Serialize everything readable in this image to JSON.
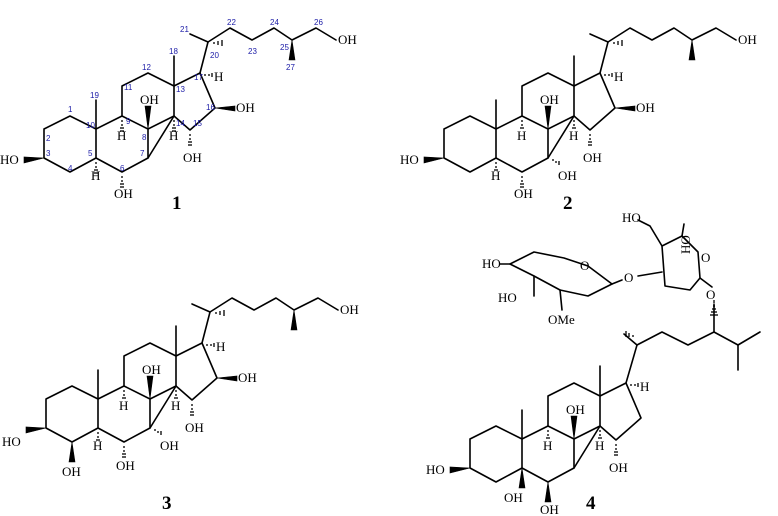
{
  "compounds": [
    {
      "id": "1"
    },
    {
      "id": "2"
    },
    {
      "id": "3"
    },
    {
      "id": "4"
    }
  ],
  "groups": {
    "oh": "OH",
    "ho": "HO",
    "h": "H",
    "ome": "OMe",
    "o": "O"
  },
  "atom_numbering": [
    "1",
    "2",
    "3",
    "4",
    "5",
    "6",
    "7",
    "8",
    "9",
    "10",
    "11",
    "12",
    "13",
    "14",
    "15",
    "16",
    "17",
    "18",
    "19",
    "20",
    "21",
    "22",
    "23",
    "24",
    "25",
    "26",
    "27"
  ]
}
